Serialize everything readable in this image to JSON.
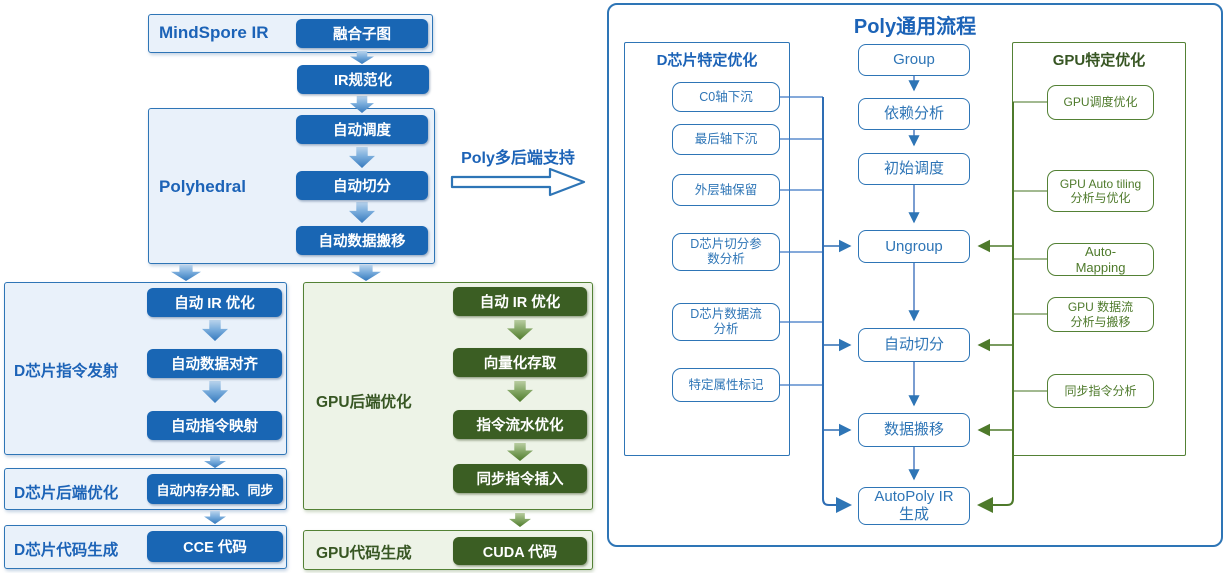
{
  "colors": {
    "blue_fill": "#1966b4",
    "blue_border": "#2e75b6",
    "blue_text": "#1c63b7",
    "green_fill": "#3b5e23",
    "green_border": "#538135",
    "green_text": "#375623"
  },
  "left_flow": {
    "mindspore_label": "MindSpore IR",
    "fusion_box": "融合子图",
    "ir_normalize": "IR规范化",
    "polyhedral_label": "Polyhedral",
    "poly_steps": [
      "自动调度",
      "自动切分",
      "自动数据搬移"
    ],
    "multi_backend_label": "Poly多后端支持",
    "d_emit_label": "D芯片指令发射",
    "d_emit_steps": [
      "自动 IR 优化",
      "自动数据对齐",
      "自动指令映射"
    ],
    "d_backend_label": "D芯片后端优化",
    "d_backend_box": "自动内存分配、同步",
    "d_codegen_label": "D芯片代码生成",
    "d_codegen_box": "CCE 代码",
    "gpu_backend_label": "GPU后端优化",
    "gpu_steps": [
      "自动 IR 优化",
      "向量化存取",
      "指令流水优化",
      "同步指令插入"
    ],
    "gpu_codegen_label": "GPU代码生成",
    "gpu_codegen_box": "CUDA 代码"
  },
  "right_panel": {
    "title": "Poly通用流程",
    "d_column_header": "D芯片特定优化",
    "d_items": [
      "C0轴下沉",
      "最后轴下沉",
      "外层轴保留",
      "D芯片切分参\n数分析",
      "D芯片数据流\n分析",
      "特定属性标记"
    ],
    "main_flow": [
      "Group",
      "依赖分析",
      "初始调度",
      "Ungroup",
      "自动切分",
      "数据搬移",
      "AutoPoly IR\n生成"
    ],
    "gpu_column_header": "GPU特定优化",
    "gpu_items": [
      "GPU调度优化",
      "GPU Auto tiling\n分析与优化",
      "Auto-\nMapping",
      "GPU 数据流\n分析与搬移",
      "同步指令分析"
    ]
  }
}
